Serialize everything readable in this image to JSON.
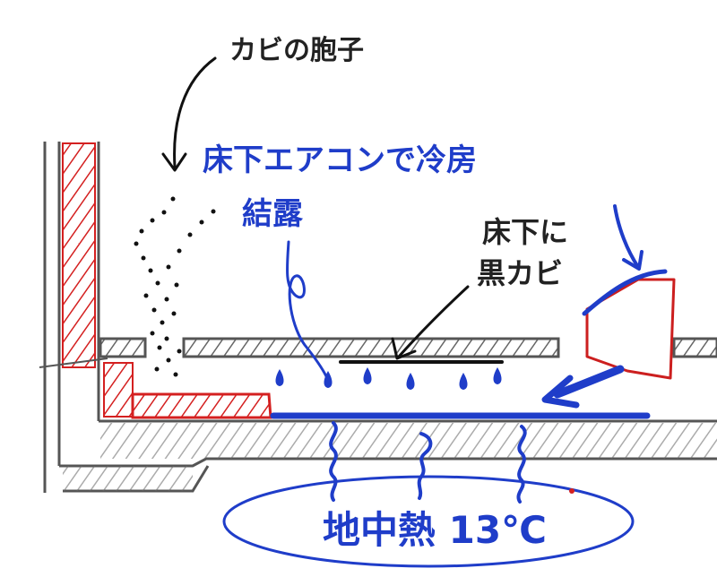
{
  "labels": {
    "mold_spores": "カビの胞子",
    "ac_cooling": "床下エアコンで冷房",
    "condensation": "結露",
    "black_mold_line1": "床下に",
    "black_mold_line2": "黒カビ",
    "geothermal": "地中熱 13℃"
  },
  "colors": {
    "outline": "#555555",
    "wall_hatch": "#d42020",
    "water": "#1f3dc9",
    "arrow": "#111111"
  }
}
